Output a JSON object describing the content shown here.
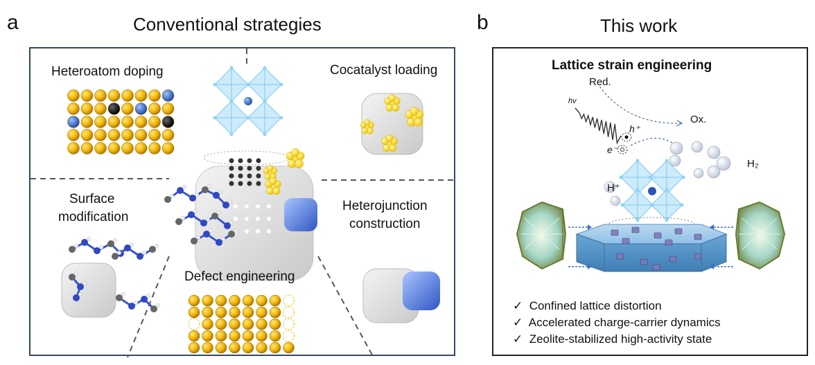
{
  "panel_a": {
    "letter": "a",
    "title": "Conventional strategies",
    "labels": {
      "heteroatom": "Heteroatom doping",
      "cocatalyst": "Cocatalyst loading",
      "surface_1": "Surface",
      "surface_2": "modification",
      "heterojunction_1": "Heterojunction",
      "heterojunction_2": "construction",
      "defect": "Defect engineering"
    }
  },
  "panel_b": {
    "letter": "b",
    "title": "This work",
    "heading": "Lattice strain engineering",
    "labels": {
      "red": "Red.",
      "ox": "Ox.",
      "hv": "hv",
      "hplus_hole": "h⁺",
      "electron": "e⁻",
      "h2": "H₂",
      "hplus": "H⁺"
    },
    "checks": [
      "Confined lattice distortion",
      "Accelerated charge-carrier dynamics",
      "Zeolite-stabilized high-activity state"
    ],
    "check_mark": "✓"
  },
  "colors": {
    "atom_gold": "#f2b705",
    "atom_blue": "#3a6fc4",
    "atom_black": "#111111",
    "octahedron": "#8fd3f4",
    "cube": "#d9d9d9",
    "junction_blue": "#4a74d6",
    "cluster_yellow": "#ffe033",
    "zeolite": "#6fa9d6",
    "diamond": "#bfe0d0"
  }
}
